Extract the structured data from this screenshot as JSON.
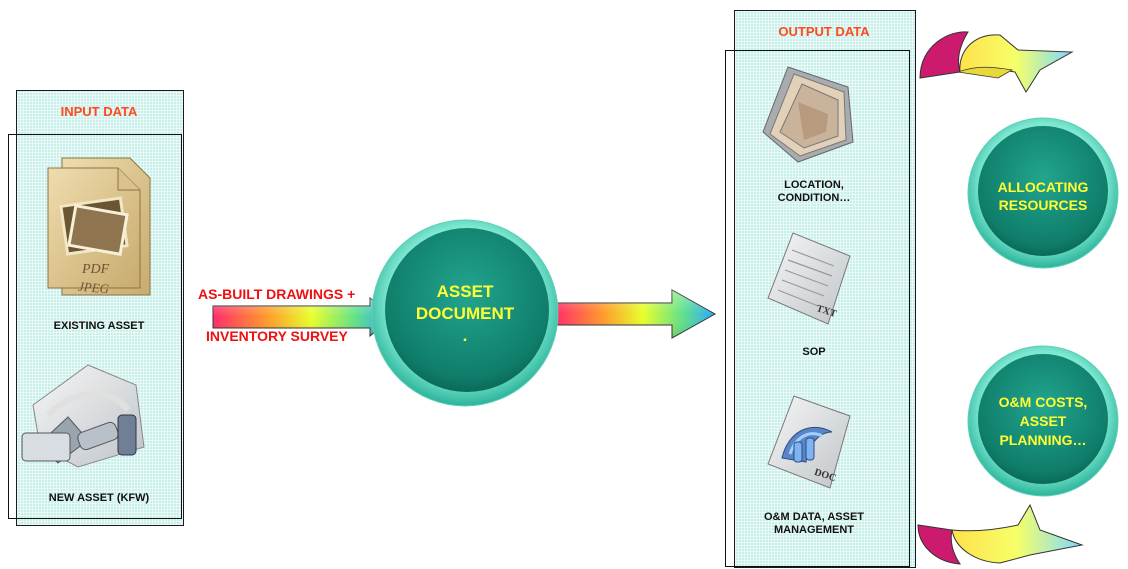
{
  "input_panel": {
    "title": "INPUT DATA",
    "items": [
      {
        "label": "EXISTING ASSET",
        "icon": "pdf-jpeg-document-icon",
        "icon_texts": [
          "PDF",
          "JPEG"
        ]
      },
      {
        "label": "NEW ASSET (KFW)",
        "icon": "usb-devices-icon"
      }
    ]
  },
  "flow": {
    "arrow_label_line1": "AS-BUILT DRAWINGS +",
    "arrow_label_line2": "INVENTORY SURVEY"
  },
  "center_node": {
    "lines": [
      "ASSET",
      "DOCUMENT",
      "."
    ]
  },
  "output_panel": {
    "title": "OUTPUT DATA",
    "items": [
      {
        "label_lines": [
          "LOCATION,",
          "CONDITION…"
        ],
        "icon": "photo-stack-icon"
      },
      {
        "label_lines": [
          "SOP"
        ],
        "icon": "txt-document-icon",
        "icon_text": "TXT"
      },
      {
        "label_lines": [
          "O&M DATA, ASSET",
          "MANAGEMENT"
        ],
        "icon": "doc-document-icon",
        "icon_text": "DOC"
      }
    ]
  },
  "result_nodes": [
    {
      "lines": [
        "ALLOCATING",
        "RESOURCES"
      ]
    },
    {
      "lines": [
        "O&M COSTS,",
        "ASSET",
        "PLANNING…"
      ]
    }
  ],
  "colors": {
    "panel_fill": "#c8f0ea",
    "title_orange": "#ff4a1c",
    "arrow_label_red": "#ee1111",
    "circle_teal": "#3fcfb3",
    "circle_text_yellow": "#ffff33",
    "curved_arrow_magenta": "#cc1a6e"
  }
}
